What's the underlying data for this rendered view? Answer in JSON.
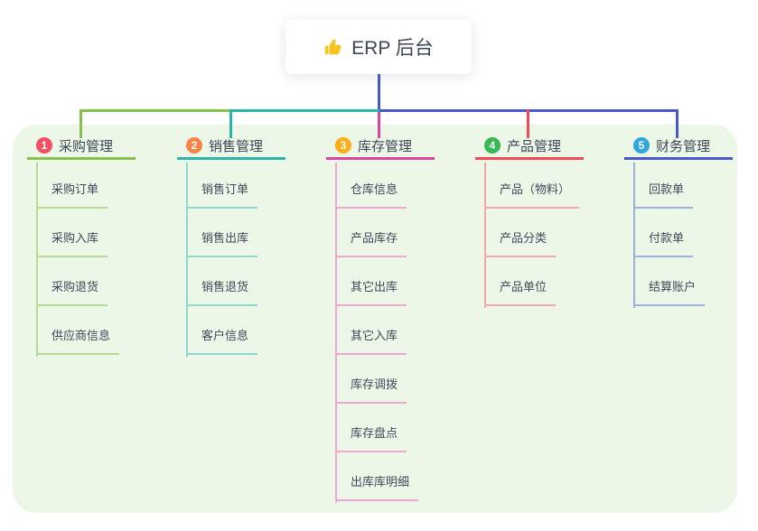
{
  "root": {
    "icon": "thumbs-up",
    "icon_color": "#f8c31c",
    "label": "ERP 后台"
  },
  "connectors": {
    "trunk_color": "#4859ce"
  },
  "panel_color": "#ecf7e8",
  "branches": [
    {
      "num": "1",
      "title": "采购管理",
      "badge_color": "#f25062",
      "line_color": "#85c24c",
      "light_color": "#b4dc95",
      "items": [
        "采购订单",
        "采购入库",
        "采购退货",
        "供应商信息"
      ]
    },
    {
      "num": "2",
      "title": "销售管理",
      "badge_color": "#f98445",
      "line_color": "#28b7a9",
      "light_color": "#8fd8cf",
      "items": [
        "销售订单",
        "销售出库",
        "销售退货",
        "客户信息"
      ]
    },
    {
      "num": "3",
      "title": "库存管理",
      "badge_color": "#fbae17",
      "line_color": "#d8449e",
      "light_color": "#f0a6d2",
      "items": [
        "仓库信息",
        "产品库存",
        "其它出库",
        "其它入库",
        "库存调拨",
        "库存盘点",
        "出库库明细"
      ]
    },
    {
      "num": "4",
      "title": "产品管理",
      "badge_color": "#37b854",
      "line_color": "#ef4b56",
      "light_color": "#f6a8ab",
      "items": [
        "产品（物料）",
        "产品分类",
        "产品单位"
      ]
    },
    {
      "num": "5",
      "title": "财务管理",
      "badge_color": "#2ea7dd",
      "line_color": "#4859ce",
      "light_color": "#9cb0e0",
      "items": [
        "回款单",
        "付款单",
        "结算账户"
      ]
    }
  ]
}
